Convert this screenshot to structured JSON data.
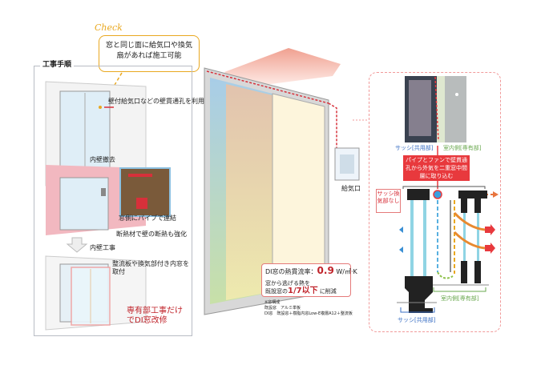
{
  "check": {
    "word": "Check",
    "text": "窓と同じ面に給気口や換気扇があれば施工可能"
  },
  "steps": {
    "title": "工事手順",
    "step1_note": "壁付給気口などの壁貫通孔を利用",
    "arrow1": "内壁撤去",
    "photo_caption": "窓側にパイプで連結",
    "insulation_note": "断熱材で壁の断熱も強化",
    "arrow2": "内壁工事",
    "step3_note": "整流板や換気部付き内窓を取付",
    "conclusion": "専有部工事だけでDI窓改修"
  },
  "center": {
    "vent_label": "給気口",
    "info": {
      "line1_prefix": "DI窓の熱貫流率：",
      "u_value": "0.9",
      "u_unit": "W/㎡·K",
      "line2": "窓から逃げる熱を",
      "line3_prefix": "既設窓の",
      "ratio": "1/7以下",
      "line3_suffix": "に削減"
    },
    "notes": [
      "※窓構成",
      "既設窓　アルミ単板",
      "DI窓　既設窓＋樹脂内窓Low-E複層A12＋整流板"
    ]
  },
  "right": {
    "photo_label_left": "サッシ[共用部]",
    "photo_label_right": "室内側[専有部]",
    "banner": "パイプとファンで壁貫通孔から外気を二重窓中間層に取り込む",
    "no_vent": "サッシ換気部なし",
    "indoor_label": "室内側[専有部]",
    "sash_label": "サッシ[共用部]"
  },
  "colors": {
    "accent_red": "#e8393d",
    "check_orange": "#e9a820",
    "sash_blue": "#3a6fc4",
    "indoor_green": "#6aa84f"
  }
}
